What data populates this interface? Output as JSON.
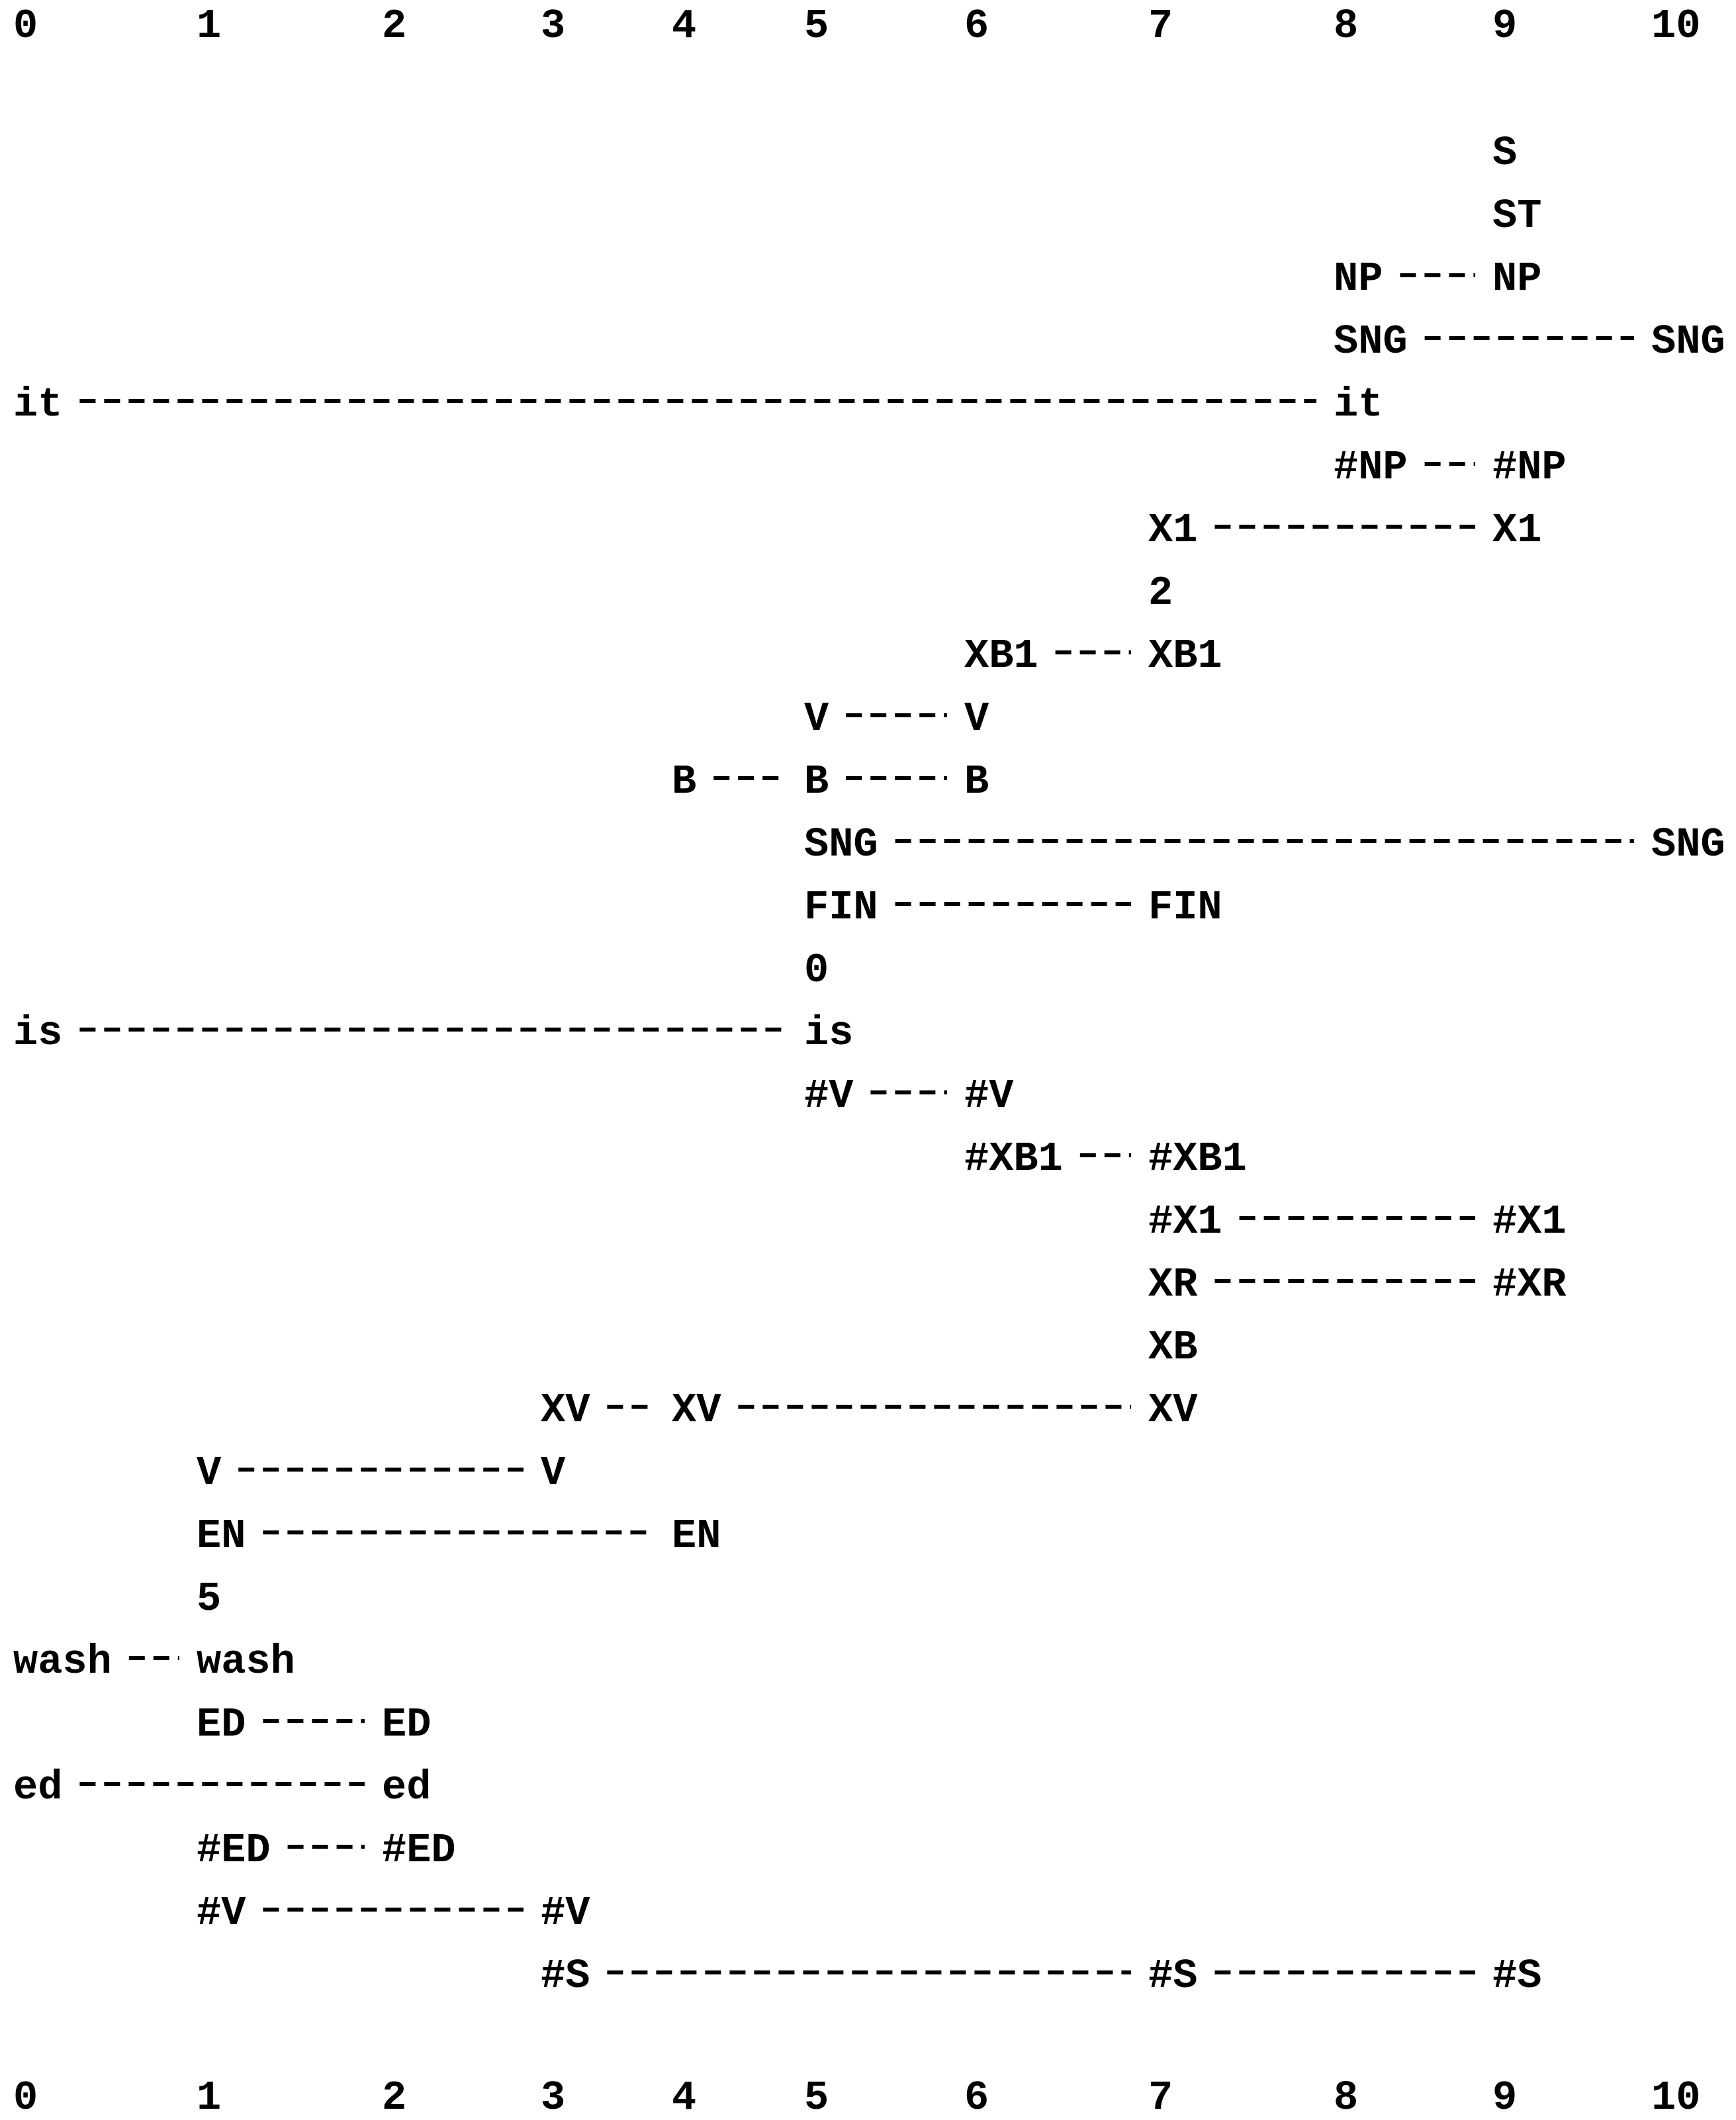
{
  "chart_data": {
    "type": "table",
    "columns": [
      "0",
      "1",
      "2",
      "3",
      "4",
      "5",
      "6",
      "7",
      "8",
      "9",
      "10"
    ],
    "rows": [
      [
        {
          "c": 9,
          "t": "S"
        }
      ],
      [
        {
          "c": 9,
          "t": "ST"
        }
      ],
      [
        {
          "c": 8,
          "t": "NP"
        },
        {
          "c": 9,
          "t": "NP"
        }
      ],
      [
        {
          "c": 8,
          "t": "SNG"
        },
        {
          "c": 10,
          "t": "SNG"
        }
      ],
      [
        {
          "c": 0,
          "t": "it"
        },
        {
          "c": 8,
          "t": "it"
        }
      ],
      [
        {
          "c": 8,
          "t": "#NP"
        },
        {
          "c": 9,
          "t": "#NP"
        }
      ],
      [
        {
          "c": 7,
          "t": "X1"
        },
        {
          "c": 9,
          "t": "X1"
        }
      ],
      [
        {
          "c": 7,
          "t": "2"
        }
      ],
      [
        {
          "c": 6,
          "t": "XB1"
        },
        {
          "c": 7,
          "t": "XB1"
        }
      ],
      [
        {
          "c": 5,
          "t": "V"
        },
        {
          "c": 6,
          "t": "V"
        }
      ],
      [
        {
          "c": 4,
          "t": "B"
        },
        {
          "c": 5,
          "t": "B"
        },
        {
          "c": 6,
          "t": "B"
        }
      ],
      [
        {
          "c": 5,
          "t": "SNG"
        },
        {
          "c": 10,
          "t": "SNG"
        }
      ],
      [
        {
          "c": 5,
          "t": "FIN"
        },
        {
          "c": 7,
          "t": "FIN"
        }
      ],
      [
        {
          "c": 5,
          "t": "0"
        }
      ],
      [
        {
          "c": 0,
          "t": "is"
        },
        {
          "c": 5,
          "t": "is"
        }
      ],
      [
        {
          "c": 5,
          "t": "#V"
        },
        {
          "c": 6,
          "t": "#V"
        }
      ],
      [
        {
          "c": 6,
          "t": "#XB1"
        },
        {
          "c": 7,
          "t": "#XB1"
        }
      ],
      [
        {
          "c": 7,
          "t": "#X1"
        },
        {
          "c": 9,
          "t": "#X1"
        }
      ],
      [
        {
          "c": 7,
          "t": "XR"
        },
        {
          "c": 9,
          "t": "#XR"
        }
      ],
      [
        {
          "c": 7,
          "t": "XB"
        }
      ],
      [
        {
          "c": 3,
          "t": "XV"
        },
        {
          "c": 4,
          "t": "XV"
        },
        {
          "c": 7,
          "t": "XV"
        }
      ],
      [
        {
          "c": 1,
          "t": "V"
        },
        {
          "c": 3,
          "t": "V"
        }
      ],
      [
        {
          "c": 1,
          "t": "EN"
        },
        {
          "c": 4,
          "t": "EN"
        }
      ],
      [
        {
          "c": 1,
          "t": "5"
        }
      ],
      [
        {
          "c": 0,
          "t": "wash"
        },
        {
          "c": 1,
          "t": "wash"
        }
      ],
      [
        {
          "c": 1,
          "t": "ED"
        },
        {
          "c": 2,
          "t": "ED"
        }
      ],
      [
        {
          "c": 0,
          "t": "ed"
        },
        {
          "c": 2,
          "t": "ed"
        }
      ],
      [
        {
          "c": 1,
          "t": "#ED"
        },
        {
          "c": 2,
          "t": "#ED"
        }
      ],
      [
        {
          "c": 1,
          "t": "#V"
        },
        {
          "c": 3,
          "t": "#V"
        }
      ],
      [
        {
          "c": 3,
          "t": "#S"
        },
        {
          "c": 7,
          "t": "#S"
        },
        {
          "c": 9,
          "t": "#S"
        }
      ]
    ]
  }
}
